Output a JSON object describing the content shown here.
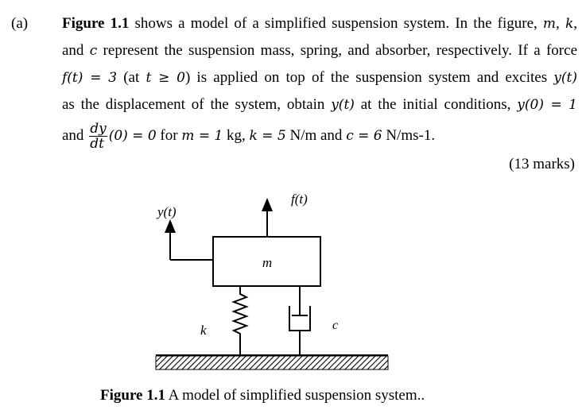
{
  "question": {
    "label": "(a)",
    "lines": {
      "l1_fig": "Figure 1.1",
      "l1_a": " shows a model of a simplified suspension system. In the figure, ",
      "l1_m": "m",
      "l1_comma": ", ",
      "l1_k": "k",
      "l1_end": ",",
      "l2_a": "and ",
      "l2_c": "c",
      "l2_b": " represent the suspension mass, spring, and absorber, respectively. If a force",
      "l3_f": "f(t) = 3",
      "l3_b": " (at ",
      "l3_t": "t ≥ 0",
      "l3_c": ") is applied on top of the suspension system and excites ",
      "l3_y": "y(t)",
      "l4_a": "as the displacement of the system, obtain ",
      "l4_y": "y(t)",
      "l4_b": " at the initial conditions, ",
      "l4_ic": "y(0) = 1",
      "l5_and": "and ",
      "l5_num": "dy",
      "l5_den": "dt",
      "l5_eq": "(0) = 0",
      "l5_for": " for ",
      "l5_m": "m = 1",
      "l5_kg": " kg, ",
      "l5_k": "k = 5",
      "l5_nm": " N/m and ",
      "l5_c": "c = 6",
      "l5_end": " N/ms-1."
    },
    "marks": "(13 marks)"
  },
  "figure": {
    "labels": {
      "y": "y(t)",
      "f": "f(t)",
      "m": "m",
      "k": "k",
      "c": "c"
    },
    "caption_bold": "Figure 1.1",
    "caption_rest": " A model of simplified suspension system.."
  }
}
